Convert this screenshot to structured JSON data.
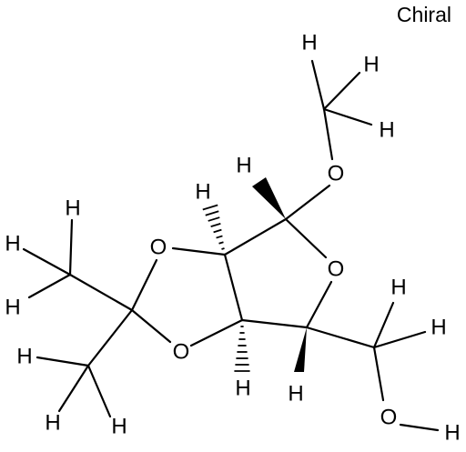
{
  "molecule": {
    "chiral_flag": "Chiral",
    "atoms": [
      {
        "id": "H1",
        "element": "H"
      },
      {
        "id": "H2",
        "element": "H"
      },
      {
        "id": "H3",
        "element": "H"
      },
      {
        "id": "O_methoxy",
        "element": "O"
      },
      {
        "id": "H_c1",
        "element": "H"
      },
      {
        "id": "H_c2",
        "element": "H"
      },
      {
        "id": "O_diox_top",
        "element": "O"
      },
      {
        "id": "O_ring",
        "element": "O"
      },
      {
        "id": "O_diox_bot",
        "element": "O"
      },
      {
        "id": "H_c3",
        "element": "H"
      },
      {
        "id": "H_c4",
        "element": "H"
      },
      {
        "id": "H_ch2_a",
        "element": "H"
      },
      {
        "id": "H_ch2_b",
        "element": "H"
      },
      {
        "id": "O_hydroxyl",
        "element": "O"
      },
      {
        "id": "H_hydroxyl",
        "element": "H"
      },
      {
        "id": "H_me1_a",
        "element": "H"
      },
      {
        "id": "H_me1_b",
        "element": "H"
      },
      {
        "id": "H_me1_c",
        "element": "H"
      },
      {
        "id": "H_me2_a",
        "element": "H"
      },
      {
        "id": "H_me2_b",
        "element": "H"
      },
      {
        "id": "H_me2_c",
        "element": "H"
      }
    ]
  }
}
